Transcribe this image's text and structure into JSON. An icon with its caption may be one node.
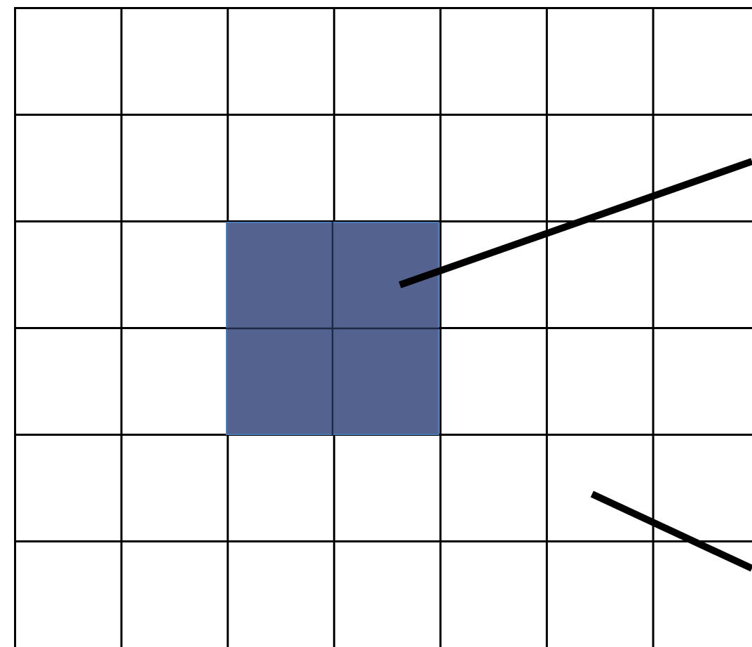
{
  "diagram": {
    "nodes": [
      {
        "text": [],
        "shape": "grid"
      },
      {
        "text": [],
        "shape": "box",
        "in": 0
      }
    ],
    "edges": [
      {
        "from": null,
        "to": 1,
        "arrow": "none"
      },
      {
        "from": null,
        "to": 0,
        "arrow": "none"
      }
    ]
  }
}
